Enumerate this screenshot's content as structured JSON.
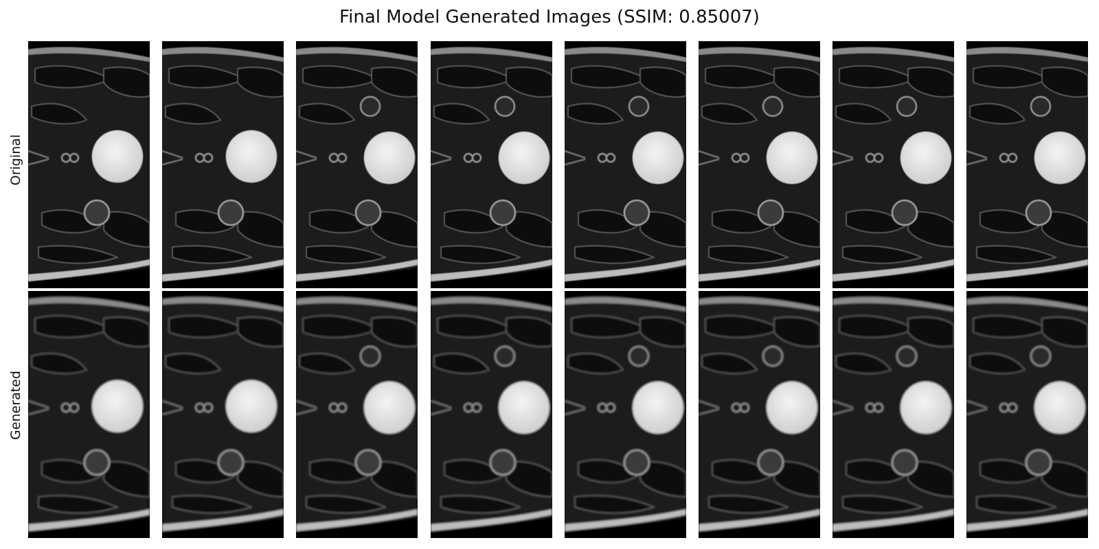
{
  "title": "Final Model Generated Images (SSIM: 0.85007)",
  "rows": [
    {
      "label": "Original"
    },
    {
      "label": "Generated"
    }
  ],
  "columns": 8
}
